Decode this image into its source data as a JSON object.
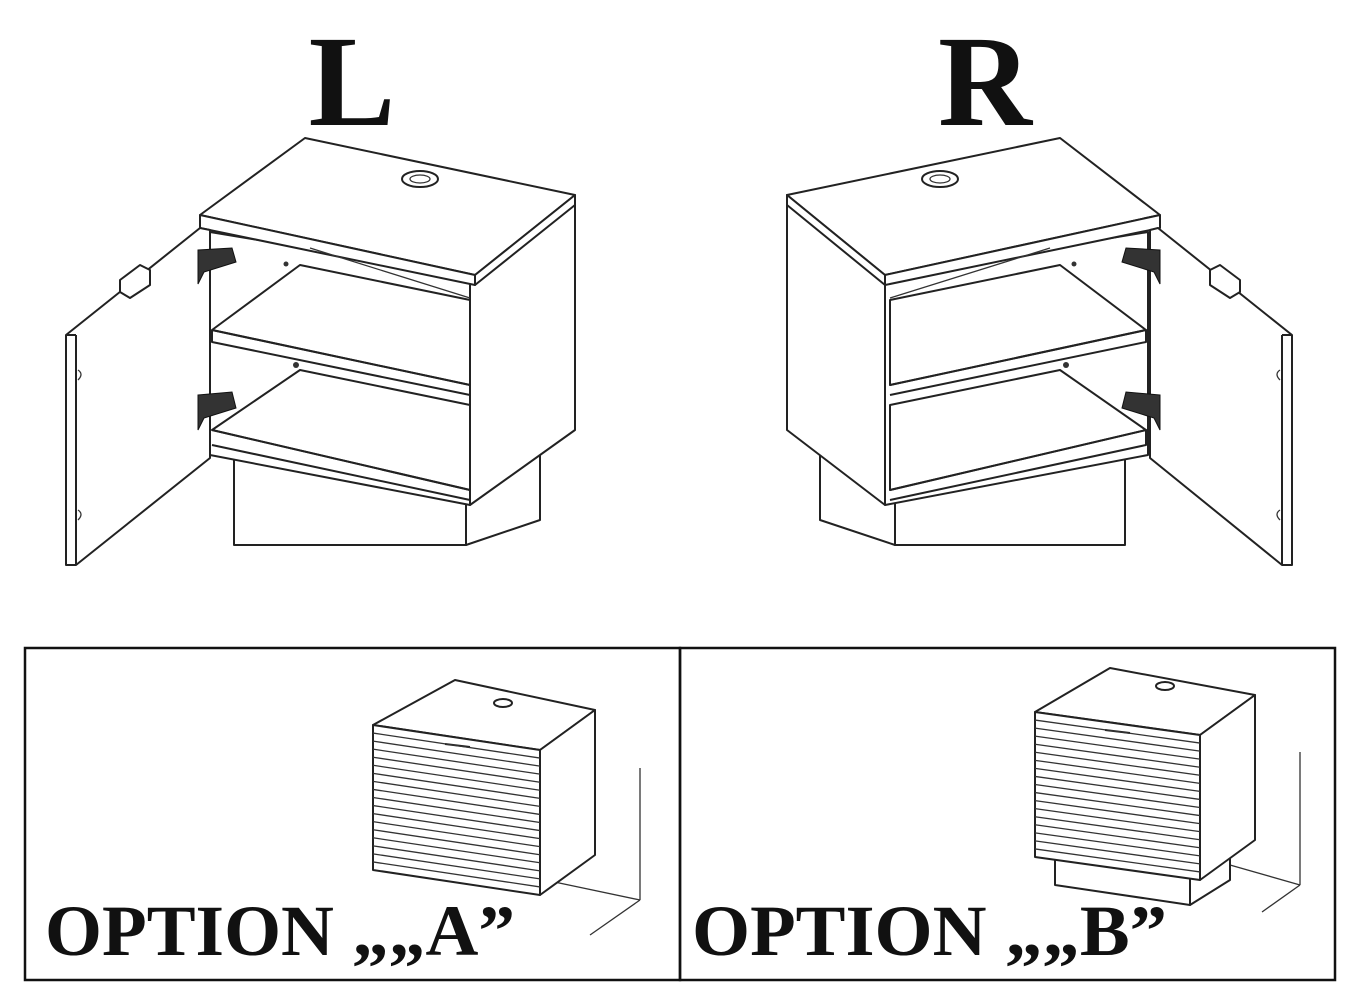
{
  "top": {
    "left_label": "L",
    "right_label": "R"
  },
  "options": {
    "a_label": "OPTION „„A”",
    "b_label": "OPTION „„B”"
  }
}
